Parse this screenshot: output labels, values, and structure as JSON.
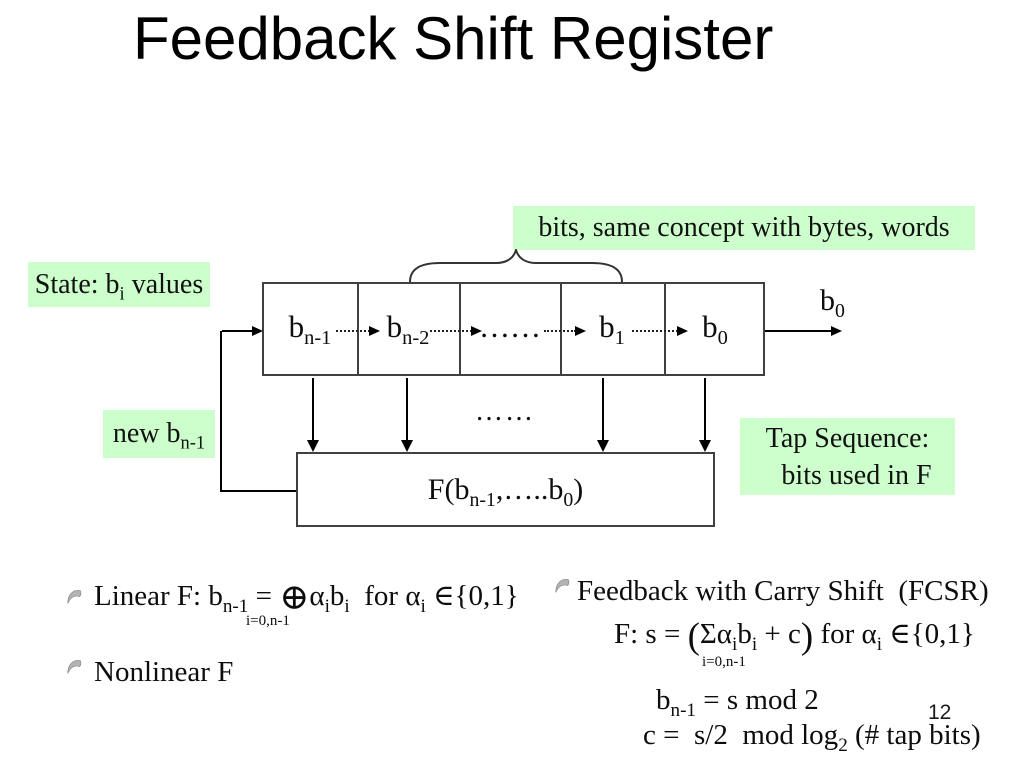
{
  "title": "Feedback Shift Register",
  "page_number": "12",
  "colors": {
    "highlight_green": "#ccffcc",
    "line": "#000000",
    "box_border": "#404040",
    "background": "#ffffff"
  },
  "callouts": {
    "bits": "bits, same concept with bytes, words",
    "state": {
      "t1": "State: b",
      "sub": "i",
      "t2": " values"
    },
    "new_bit": {
      "t1": "new b",
      "sub": "n-1"
    },
    "tap": {
      "line1": "Tap Sequence:",
      "line2": "bits used in F"
    }
  },
  "register": {
    "cells": [
      {
        "base": "b",
        "sub": "n-1"
      },
      {
        "base": "b",
        "sub": "n-2"
      },
      {
        "base": "……",
        "sub": ""
      },
      {
        "base": "b",
        "sub": "1"
      },
      {
        "base": "b",
        "sub": "0"
      }
    ],
    "ellipsis": "……",
    "output_label": {
      "base": "b",
      "sub": "0"
    },
    "f_box": {
      "t1": "F(b",
      "sub1": "n-1",
      "t2": ",…..b",
      "sub2": "0",
      "t3": ")"
    }
  },
  "bullets": {
    "linear": {
      "t1": "Linear F: b",
      "sub1": "n-1",
      "t2": " = ",
      "oplus": "⊕",
      "t3": "α",
      "sub2": "i",
      "t4": "b",
      "sub3": "i",
      "t5": "  for α",
      "sub4": "i",
      "t6": " ∈{0,1}",
      "under": "i=0,n-1"
    },
    "nonlinear": "Nonlinear F",
    "fcsr": {
      "heading": "Feedback with Carry Shift  (FCSR)",
      "formula": {
        "t1": "F: s = ",
        "lparen": "(",
        "t2": "Σα",
        "sub1": "i",
        "t3": "b",
        "sub2": "i",
        "t4": " + c",
        "rparen": ")",
        "t5": " for α",
        "sub3": "i",
        "t6": " ∈{0,1}",
        "under": "i=0,n-1"
      },
      "mod_line": {
        "t1": "b",
        "sub": "n-1",
        "t2": " = s mod 2"
      },
      "carry_line": {
        "t1": "c =  s/2  mod log",
        "sub": "2",
        "t2": " (# tap bits)"
      }
    }
  }
}
